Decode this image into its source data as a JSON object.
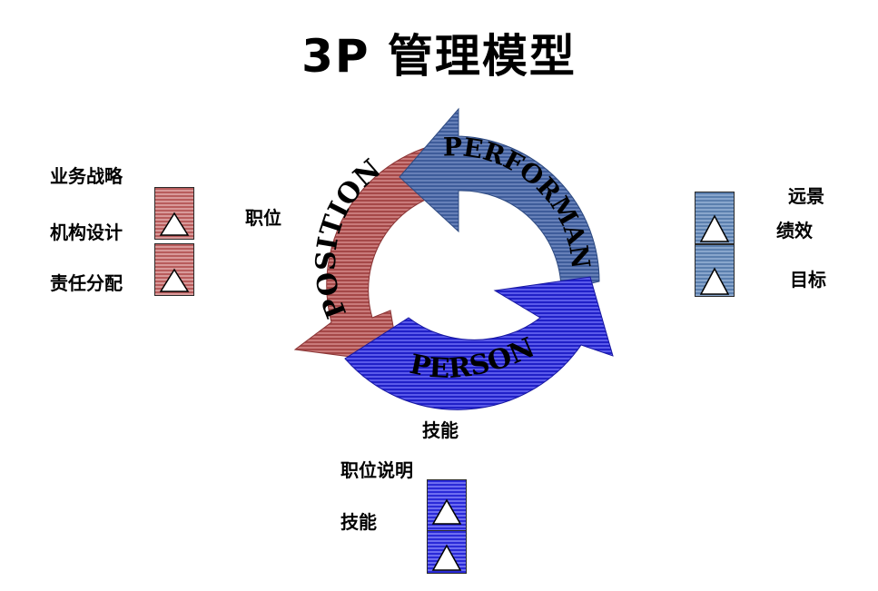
{
  "title": "3P 管理模型",
  "position": {
    "label": "职位",
    "arc_text": "POSITION",
    "color": "#a54848",
    "items": [
      "业务战略",
      "机构设计",
      "责任分配"
    ]
  },
  "performance": {
    "arc_text": "PERFORMANCE",
    "color": "#3e5c9a",
    "items": [
      "远景",
      "绩效",
      "目标"
    ]
  },
  "person": {
    "label": "技能",
    "arc_text": "PERSON",
    "color": "#2828d0",
    "items": [
      "职位说明",
      "技能"
    ]
  },
  "icons": {
    "box_glyph": "triangle-icon"
  }
}
